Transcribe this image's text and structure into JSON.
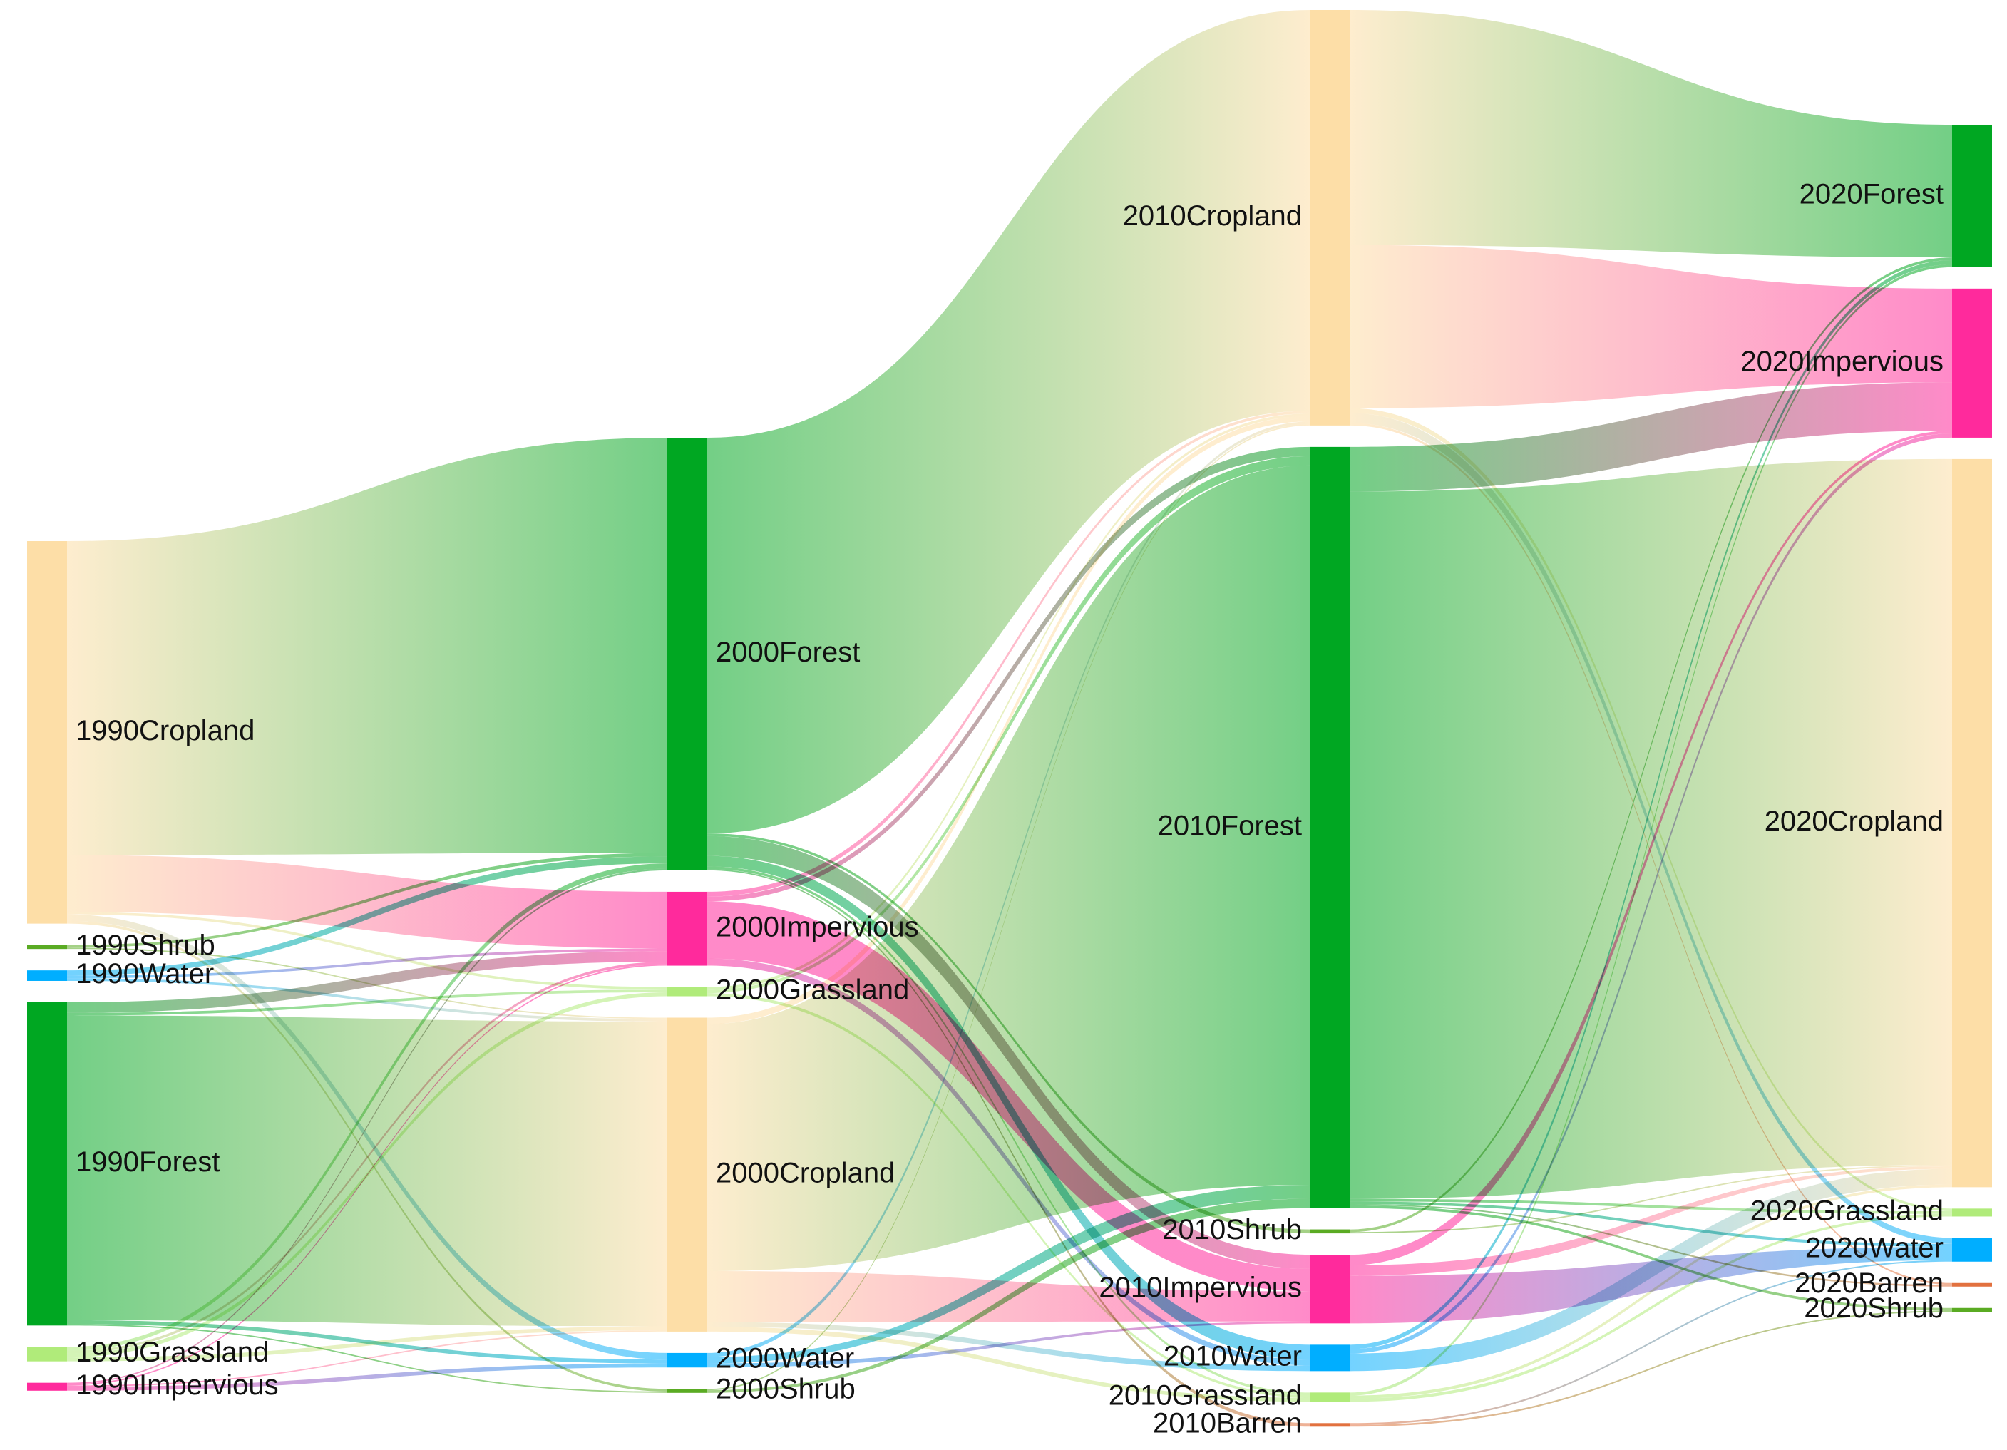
{
  "colors": {
    "Cropland": "#fddea7",
    "Forest": "#00a722",
    "Impervious": "#ff2a9c",
    "Water": "#00aeff",
    "Grassland": "#b0eb7a",
    "Shrub": "#5aab23",
    "Barren": "#e2713f"
  },
  "nodes": [
    {
      "id": "1990Cropland",
      "label": "1990Cropland",
      "column": 0,
      "cls": "Cropland",
      "value": 29.0
    },
    {
      "id": "1990Shrub",
      "label": "1990Shrub",
      "column": 0,
      "cls": "Shrub",
      "value": 0.3
    },
    {
      "id": "1990Water",
      "label": "1990Water",
      "column": 0,
      "cls": "Water",
      "value": 0.8
    },
    {
      "id": "1990Forest",
      "label": "1990Forest",
      "column": 0,
      "cls": "Forest",
      "value": 24.5
    },
    {
      "id": "1990Grassland",
      "label": "1990Grassland",
      "column": 0,
      "cls": "Grassland",
      "value": 1.1
    },
    {
      "id": "1990Impervious",
      "label": "1990Impervious",
      "column": 0,
      "cls": "Impervious",
      "value": 0.6
    },
    {
      "id": "2000Forest",
      "label": "2000Forest",
      "column": 1,
      "cls": "Forest",
      "value": 32.8
    },
    {
      "id": "2000Impervious",
      "label": "2000Impervious",
      "column": 1,
      "cls": "Impervious",
      "value": 5.6
    },
    {
      "id": "2000Grassland",
      "label": "2000Grassland",
      "column": 1,
      "cls": "Grassland",
      "value": 0.7
    },
    {
      "id": "2000Cropland",
      "label": "2000Cropland",
      "column": 1,
      "cls": "Cropland",
      "value": 23.8
    },
    {
      "id": "2000Water",
      "label": "2000Water",
      "column": 1,
      "cls": "Water",
      "value": 1.1
    },
    {
      "id": "2000Shrub",
      "label": "2000Shrub",
      "column": 1,
      "cls": "Shrub",
      "value": 0.3
    },
    {
      "id": "2010Cropland",
      "label": "2010Cropland",
      "column": 2,
      "cls": "Cropland",
      "value": 31.5
    },
    {
      "id": "2010Forest",
      "label": "2010Forest",
      "column": 2,
      "cls": "Forest",
      "value": 57.7
    },
    {
      "id": "2010Shrub",
      "label": "2010Shrub",
      "column": 2,
      "cls": "Shrub",
      "value": 0.3
    },
    {
      "id": "2010Impervious",
      "label": "2010Impervious",
      "column": 2,
      "cls": "Impervious",
      "value": 5.2
    },
    {
      "id": "2010Water",
      "label": "2010Water",
      "column": 2,
      "cls": "Water",
      "value": 2.0
    },
    {
      "id": "2010Grassland",
      "label": "2010Grassland",
      "column": 2,
      "cls": "Grassland",
      "value": 0.7
    },
    {
      "id": "2010Barren",
      "label": "2010Barren",
      "column": 2,
      "cls": "Barren",
      "value": 0.2
    },
    {
      "id": "2020Forest",
      "label": "2020Forest",
      "column": 3,
      "cls": "Forest",
      "value": 10.8
    },
    {
      "id": "2020Impervious",
      "label": "2020Impervious",
      "column": 3,
      "cls": "Impervious",
      "value": 11.3
    },
    {
      "id": "2020Cropland",
      "label": "2020Cropland",
      "column": 3,
      "cls": "Cropland",
      "value": 55.2
    },
    {
      "id": "2020Grassland",
      "label": "2020Grassland",
      "column": 3,
      "cls": "Grassland",
      "value": 0.6
    },
    {
      "id": "2020Water",
      "label": "2020Water",
      "column": 3,
      "cls": "Water",
      "value": 1.8
    },
    {
      "id": "2020Barren",
      "label": "2020Barren",
      "column": 3,
      "cls": "Barren",
      "value": 0.2
    },
    {
      "id": "2020Shrub",
      "label": "2020Shrub",
      "column": 3,
      "cls": "Shrub",
      "value": 0.3
    }
  ],
  "links": [
    {
      "source": "1990Cropland",
      "target": "2000Forest",
      "value": 23.8
    },
    {
      "source": "1990Cropland",
      "target": "2000Impervious",
      "value": 4.3
    },
    {
      "source": "1990Cropland",
      "target": "2000Water",
      "value": 0.5
    },
    {
      "source": "1990Cropland",
      "target": "2000Grassland",
      "value": 0.2
    },
    {
      "source": "1990Cropland",
      "target": "2000Shrub",
      "value": 0.2
    },
    {
      "source": "1990Shrub",
      "target": "2000Forest",
      "value": 0.2
    },
    {
      "source": "1990Shrub",
      "target": "2000Cropland",
      "value": 0.1
    },
    {
      "source": "1990Water",
      "target": "2000Forest",
      "value": 0.4
    },
    {
      "source": "1990Water",
      "target": "2000Impervious",
      "value": 0.2
    },
    {
      "source": "1990Water",
      "target": "2000Cropland",
      "value": 0.2
    },
    {
      "source": "1990Forest",
      "target": "2000Impervious",
      "value": 0.8
    },
    {
      "source": "1990Forest",
      "target": "2000Cropland",
      "value": 23.1
    },
    {
      "source": "1990Forest",
      "target": "2000Water",
      "value": 0.3
    },
    {
      "source": "1990Forest",
      "target": "2000Shrub",
      "value": 0.1
    },
    {
      "source": "1990Forest",
      "target": "2000Grassland",
      "value": 0.2
    },
    {
      "source": "1990Grassland",
      "target": "2000Forest",
      "value": 0.3
    },
    {
      "source": "1990Grassland",
      "target": "2000Grassland",
      "value": 0.3
    },
    {
      "source": "1990Grassland",
      "target": "2000Cropland",
      "value": 0.3
    },
    {
      "source": "1990Grassland",
      "target": "2000Impervious",
      "value": 0.2
    },
    {
      "source": "1990Impervious",
      "target": "2000Water",
      "value": 0.3
    },
    {
      "source": "1990Impervious",
      "target": "2000Impervious",
      "value": 0.1
    },
    {
      "source": "1990Impervious",
      "target": "2000Cropland",
      "value": 0.1
    },
    {
      "source": "1990Impervious",
      "target": "2000Forest",
      "value": 0.1
    },
    {
      "source": "2000Forest",
      "target": "2010Cropland",
      "value": 30.0
    },
    {
      "source": "2000Forest",
      "target": "2010Impervious",
      "value": 1.5
    },
    {
      "source": "2000Forest",
      "target": "2010Water",
      "value": 0.8
    },
    {
      "source": "2000Forest",
      "target": "2010Shrub",
      "value": 0.2
    },
    {
      "source": "2000Forest",
      "target": "2010Grassland",
      "value": 0.2
    },
    {
      "source": "2000Forest",
      "target": "2010Barren",
      "value": 0.1
    },
    {
      "source": "2000Impervious",
      "target": "2010Cropland",
      "value": 0.2
    },
    {
      "source": "2000Impervious",
      "target": "2010Forest",
      "value": 0.2
    },
    {
      "source": "2000Impervious",
      "target": "2010Impervious",
      "value": 2.4
    },
    {
      "source": "2000Impervious",
      "target": "2010Water",
      "value": 0.3
    },
    {
      "source": "2000Grassland",
      "target": "2010Cropland",
      "value": 0.2
    },
    {
      "source": "2000Grassland",
      "target": "2010Forest",
      "value": 0.2
    },
    {
      "source": "2000Grassland",
      "target": "2010Grassland",
      "value": 0.2
    },
    {
      "source": "2000Cropland",
      "target": "2010Forest",
      "value": 15.5
    },
    {
      "source": "2000Cropland",
      "target": "2010Impervious",
      "value": 3.2
    },
    {
      "source": "2000Cropland",
      "target": "2010Water",
      "value": 0.3
    },
    {
      "source": "2000Cropland",
      "target": "2010Grassland",
      "value": 0.3
    },
    {
      "source": "2000Cropland",
      "target": "2010Cropland",
      "value": 0.4
    },
    {
      "source": "2000Water",
      "target": "2010Forest",
      "value": 0.3
    },
    {
      "source": "2000Water",
      "target": "2010Impervious",
      "value": 0.2
    },
    {
      "source": "2000Water",
      "target": "2010Cropland",
      "value": 0.2
    },
    {
      "source": "2000Shrub",
      "target": "2010Forest",
      "value": 0.2
    },
    {
      "source": "2000Shrub",
      "target": "2010Cropland",
      "value": 0.1
    },
    {
      "source": "2010Cropland",
      "target": "2020Forest",
      "value": 9.5
    },
    {
      "source": "2010Cropland",
      "target": "2020Impervious",
      "value": 6.6
    },
    {
      "source": "2010Cropland",
      "target": "2020Water",
      "value": 0.4
    },
    {
      "source": "2010Cropland",
      "target": "2020Grassland",
      "value": 0.2
    },
    {
      "source": "2010Cropland",
      "target": "2020Barren",
      "value": 0.1
    },
    {
      "source": "2010Forest",
      "target": "2020Impervious",
      "value": 3.4
    },
    {
      "source": "2010Forest",
      "target": "2020Cropland",
      "value": 54.0
    },
    {
      "source": "2010Forest",
      "target": "2020Grassland",
      "value": 0.2
    },
    {
      "source": "2010Forest",
      "target": "2020Water",
      "value": 0.2
    },
    {
      "source": "2010Forest",
      "target": "2020Shrub",
      "value": 0.2
    },
    {
      "source": "2010Forest",
      "target": "2020Barren",
      "value": 0.1
    },
    {
      "source": "2010Shrub",
      "target": "2020Forest",
      "value": 0.2
    },
    {
      "source": "2010Shrub",
      "target": "2020Cropland",
      "value": 0.1
    },
    {
      "source": "2010Impervious",
      "target": "2020Water",
      "value": 0.9
    },
    {
      "source": "2010Impervious",
      "target": "2020Cropland",
      "value": 0.2
    },
    {
      "source": "2010Impervious",
      "target": "2020Impervious",
      "value": 0.2
    },
    {
      "source": "2010Water",
      "target": "2020Cropland",
      "value": 1.2
    },
    {
      "source": "2010Water",
      "target": "2020Impervious",
      "value": 0.3
    },
    {
      "source": "2010Water",
      "target": "2020Forest",
      "value": 0.3
    },
    {
      "source": "2010Grassland",
      "target": "2020Grassland",
      "value": 0.2
    },
    {
      "source": "2010Grassland",
      "target": "2020Forest",
      "value": 0.2
    },
    {
      "source": "2010Grassland",
      "target": "2020Cropland",
      "value": 0.2
    },
    {
      "source": "2010Barren",
      "target": "2020Water",
      "value": 0.1
    },
    {
      "source": "2010Barren",
      "target": "2020Shrub",
      "value": 0.1
    }
  ]
}
